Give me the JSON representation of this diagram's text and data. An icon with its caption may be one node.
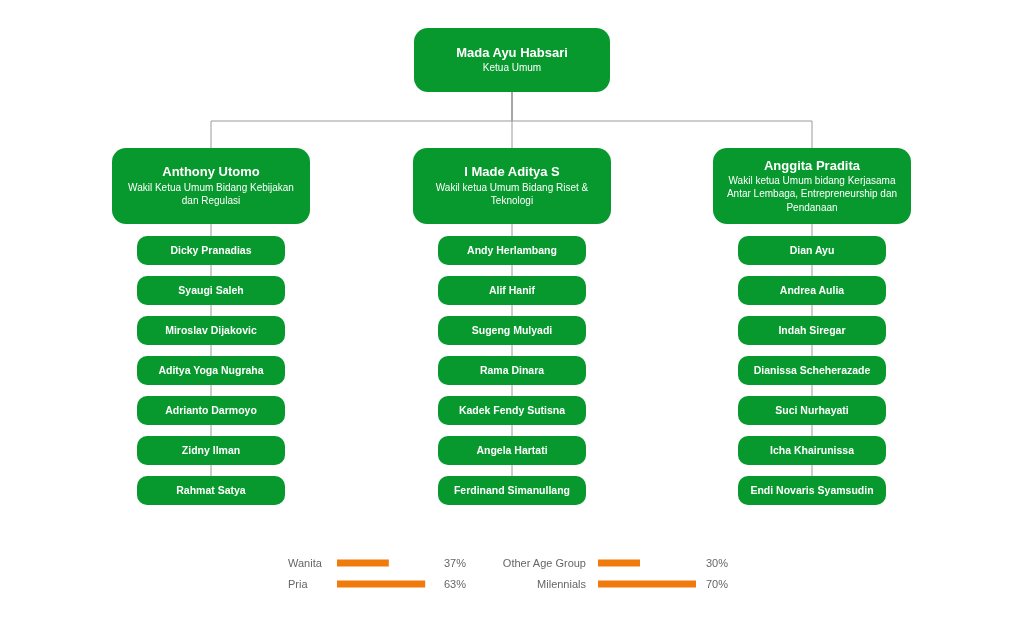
{
  "diagram": {
    "nodes": [
      {
        "text": [
          "Mada Ayu Habsari",
          "Ketua Umum"
        ]
      },
      {
        "text": [
          "Anthony Utomo",
          "Wakil Ketua Umum Bidang Kebijakan dan Regulasi"
        ]
      },
      {
        "text": [
          "Dicky Pranadias"
        ]
      },
      {
        "text": [
          "Syaugi Saleh"
        ]
      },
      {
        "text": [
          "Miroslav Dijakovic"
        ]
      },
      {
        "text": [
          "Aditya Yoga Nugraha"
        ]
      },
      {
        "text": [
          "Adrianto Darmoyo"
        ]
      },
      {
        "text": [
          "Zidny Ilman"
        ]
      },
      {
        "text": [
          "Rahmat Satya"
        ]
      },
      {
        "text": [
          "I Made Aditya S",
          "Wakil ketua Umum Bidang Riset & Teknologi"
        ]
      },
      {
        "text": [
          "Andy Herlambang"
        ]
      },
      {
        "text": [
          "Alif Hanif"
        ]
      },
      {
        "text": [
          "Sugeng Mulyadi"
        ]
      },
      {
        "text": [
          "Rama Dinara"
        ]
      },
      {
        "text": [
          "Kadek Fendy Sutisna"
        ]
      },
      {
        "text": [
          "Angela Hartati"
        ]
      },
      {
        "text": [
          "Ferdinand Simanullang"
        ]
      },
      {
        "text": [
          "Anggita Pradita",
          "Wakil ketua Umum bidang Kerjasama Antar Lembaga, Entrepreneurship dan Pendanaan"
        ]
      },
      {
        "text": [
          "Dian Ayu"
        ]
      },
      {
        "text": [
          "Andrea Aulia"
        ]
      },
      {
        "text": [
          "Indah Siregar"
        ]
      },
      {
        "text": [
          "Dianissa Scheherazade"
        ]
      },
      {
        "text": [
          "Suci Nurhayati"
        ]
      },
      {
        "text": [
          "Icha Khairunissa"
        ]
      },
      {
        "text": [
          "Endi Novaris Syamsudin"
        ]
      }
    ],
    "edges": [
      {
        "from": 0,
        "to": 1,
        "arrow": "none"
      },
      {
        "from": 0,
        "to": 9,
        "arrow": "none"
      },
      {
        "from": 0,
        "to": 17,
        "arrow": "none"
      },
      {
        "from": 1,
        "to": 2,
        "arrow": "none"
      },
      {
        "from": 2,
        "to": 3,
        "arrow": "none"
      },
      {
        "from": 3,
        "to": 4,
        "arrow": "none"
      },
      {
        "from": 4,
        "to": 5,
        "arrow": "none"
      },
      {
        "from": 5,
        "to": 6,
        "arrow": "none"
      },
      {
        "from": 6,
        "to": 7,
        "arrow": "none"
      },
      {
        "from": 7,
        "to": 8,
        "arrow": "none"
      },
      {
        "from": 9,
        "to": 10,
        "arrow": "none"
      },
      {
        "from": 10,
        "to": 11,
        "arrow": "none"
      },
      {
        "from": 11,
        "to": 12,
        "arrow": "none"
      },
      {
        "from": 12,
        "to": 13,
        "arrow": "none"
      },
      {
        "from": 13,
        "to": 14,
        "arrow": "none"
      },
      {
        "from": 14,
        "to": 15,
        "arrow": "none"
      },
      {
        "from": 15,
        "to": 16,
        "arrow": "none"
      },
      {
        "from": 17,
        "to": 18,
        "arrow": "none"
      },
      {
        "from": 18,
        "to": 19,
        "arrow": "none"
      },
      {
        "from": 19,
        "to": 20,
        "arrow": "none"
      },
      {
        "from": 20,
        "to": 21,
        "arrow": "none"
      },
      {
        "from": 21,
        "to": 22,
        "arrow": "none"
      },
      {
        "from": 22,
        "to": 23,
        "arrow": "none"
      },
      {
        "from": 23,
        "to": 24,
        "arrow": "none"
      }
    ],
    "labels": [
      "Wanita",
      "37%",
      "Other Age Group",
      "30%",
      "Pria",
      "63%",
      "Milennials",
      "70%"
    ]
  }
}
